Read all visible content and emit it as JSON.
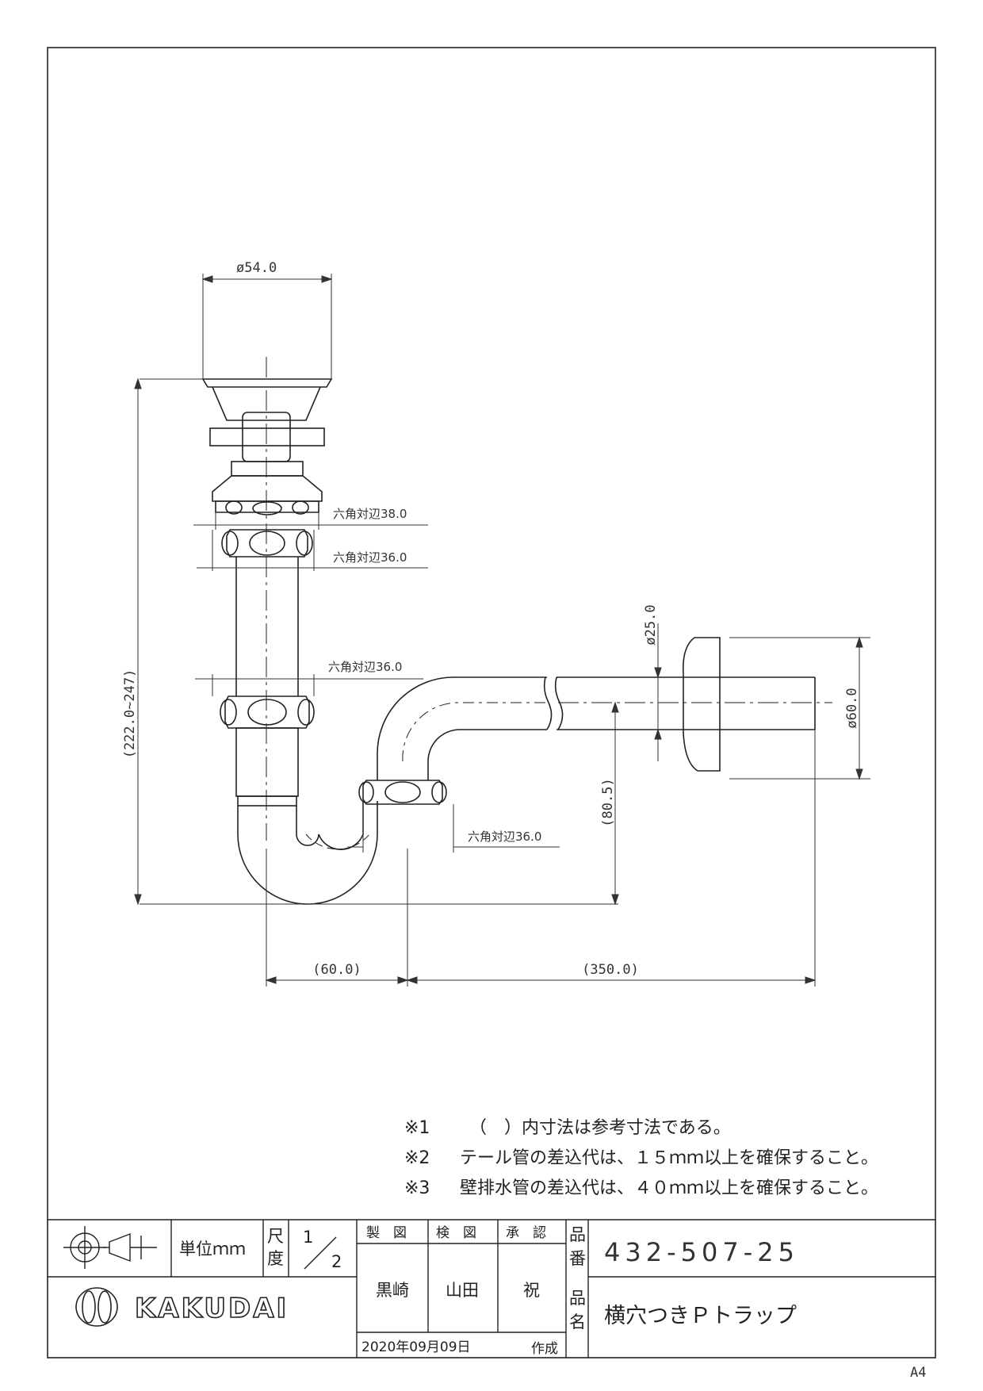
{
  "dimensions": {
    "top_diameter": "ø54.0",
    "overall_height": "(222.0~247)",
    "hex1": "六角対辺38.0",
    "hex2": "六角対辺36.0",
    "hex3": "六角対辺36.0",
    "hex4": "六角対辺36.0",
    "pipe_diameter": "ø25.0",
    "flange_diameter": "ø60.0",
    "trap_height": "(80.5)",
    "width_left": "(60.0)",
    "width_right": "(350.0)"
  },
  "notes": [
    {
      "mark": "※1",
      "text": "（　）内寸法は参考寸法である。"
    },
    {
      "mark": "※2",
      "text": "テール管の差込代は、１５ｍｍ以上を確保すること。"
    },
    {
      "mark": "※3",
      "text": "壁排水管の差込代は、４０ｍｍ以上を確保すること。"
    }
  ],
  "title_block": {
    "unit": "単位ｍｍ",
    "scale_label_1": "尺",
    "scale_label_2": "度",
    "scale_num": "1",
    "scale_den": "2",
    "drawn_label": "製　図",
    "checked_label": "検　図",
    "approved_label": "承　認",
    "drawn_by": "黒崎",
    "checked_by": "山田",
    "approved_by": "祝",
    "part_no_label_1": "品",
    "part_no_label_2": "番",
    "part_no": "432-507-25",
    "part_name_label_1": "品",
    "part_name_label_2": "名",
    "part_name": "横穴つきＰトラップ",
    "date": "2020年09月09日",
    "date_suffix": "作成",
    "brand": "KAKUDAI"
  },
  "paper_size": "A4",
  "icons": [
    "third-angle-projection-icon",
    "kakudai-logo-icon"
  ]
}
